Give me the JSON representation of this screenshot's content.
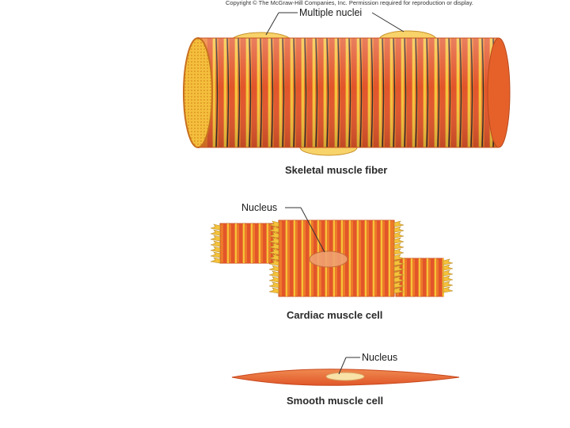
{
  "copyright": "Copyright © The McGraw-Hill Companies, Inc. Permission required for reproduction or display.",
  "skeletal": {
    "label": "Multiple nuclei",
    "caption": "Skeletal muscle fiber"
  },
  "cardiac": {
    "label": "Nucleus",
    "caption": "Cardiac muscle cell"
  },
  "smooth": {
    "label": "Nucleus",
    "caption": "Smooth muscle cell"
  },
  "colors": {
    "band_orange": "#ee7a2a",
    "band_red": "#e2552a",
    "band_yellow": "#f5c23a",
    "line_dark": "#2b2b2b",
    "nucleus_fill": "#f7e3a0",
    "smooth_fill": "#ec6a30"
  }
}
